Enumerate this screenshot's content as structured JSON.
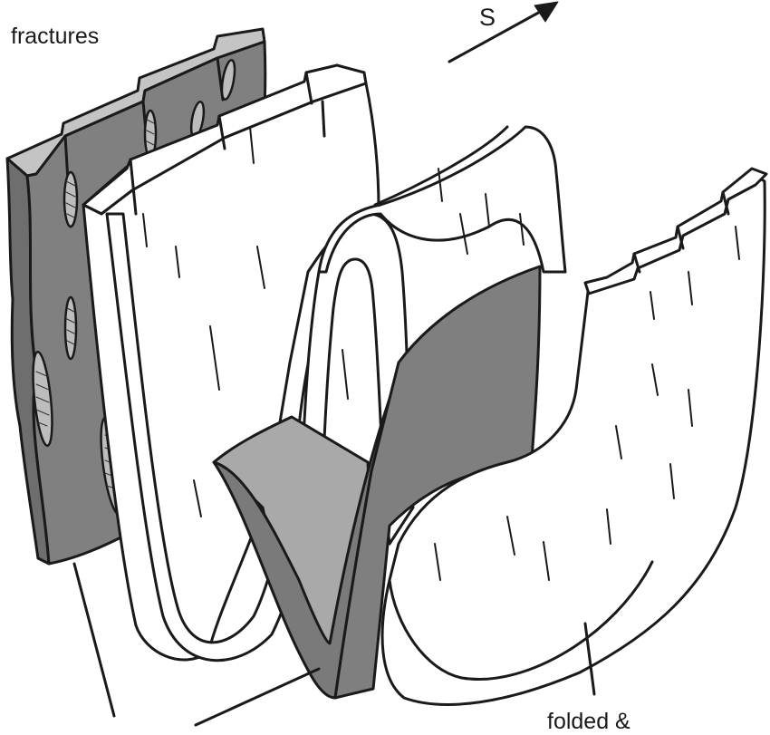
{
  "labels": {
    "fractures": "fractures",
    "direction": "S",
    "folded": "folded &"
  },
  "colors": {
    "outline": "#1a1a1a",
    "fractured_layer": "#808080",
    "fractured_top": "#c4c4c4",
    "folded_layer": "#ffffff",
    "dark_plane": "#7a7a7a",
    "light_plane": "#a9a9a9"
  },
  "icons": [
    "direction-arrow-icon"
  ]
}
